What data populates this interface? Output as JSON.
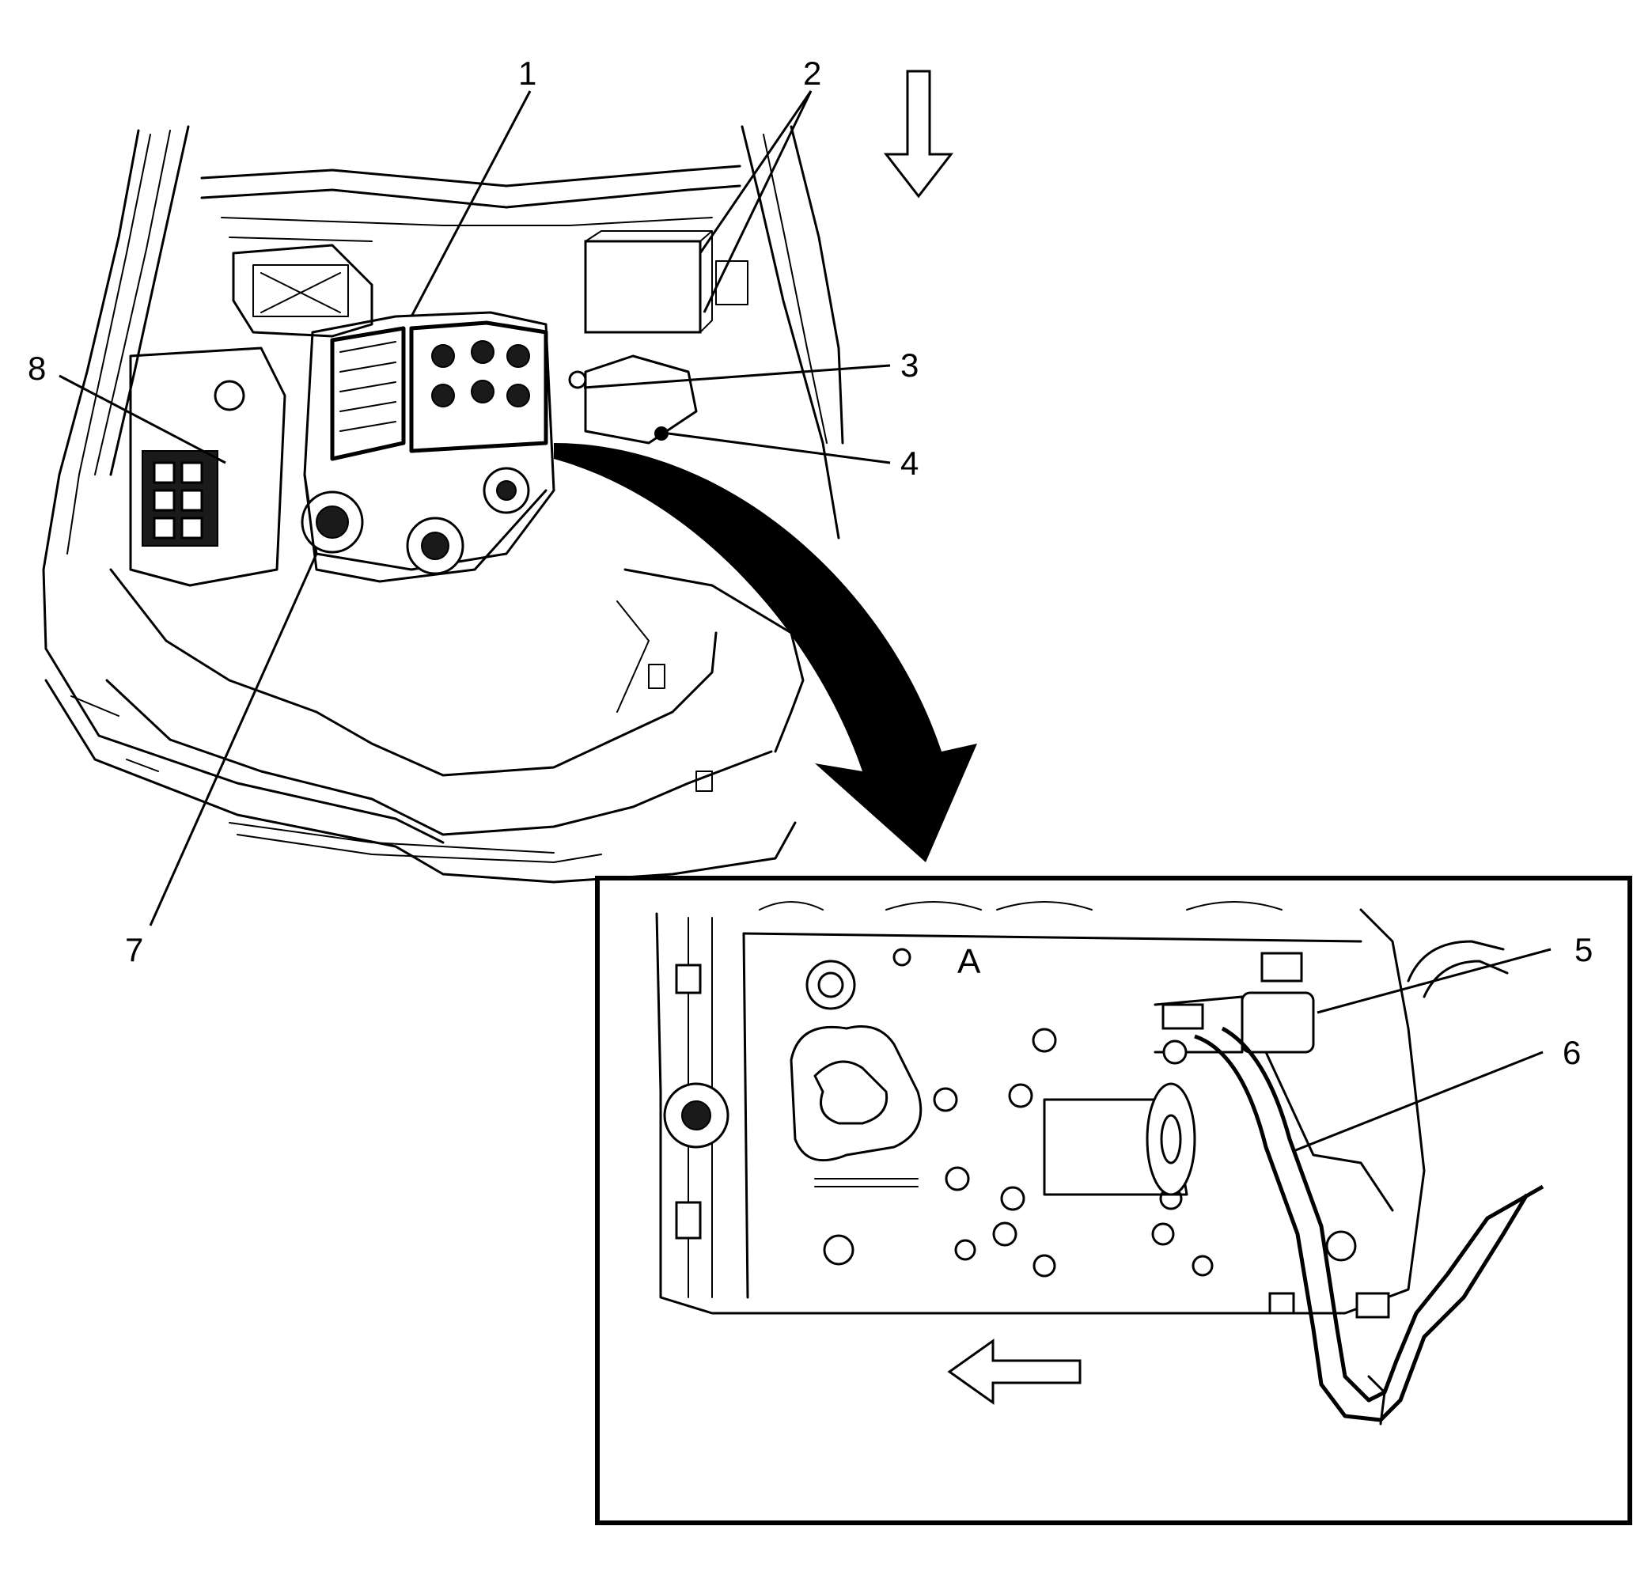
{
  "diagram": {
    "callouts": [
      {
        "id": "1",
        "label": "1"
      },
      {
        "id": "2",
        "label": "2"
      },
      {
        "id": "3",
        "label": "3"
      },
      {
        "id": "4",
        "label": "4"
      },
      {
        "id": "5",
        "label": "5"
      },
      {
        "id": "6",
        "label": "6"
      },
      {
        "id": "7",
        "label": "7"
      },
      {
        "id": "8",
        "label": "8"
      }
    ],
    "detail_view": {
      "view_letter": "A"
    }
  }
}
